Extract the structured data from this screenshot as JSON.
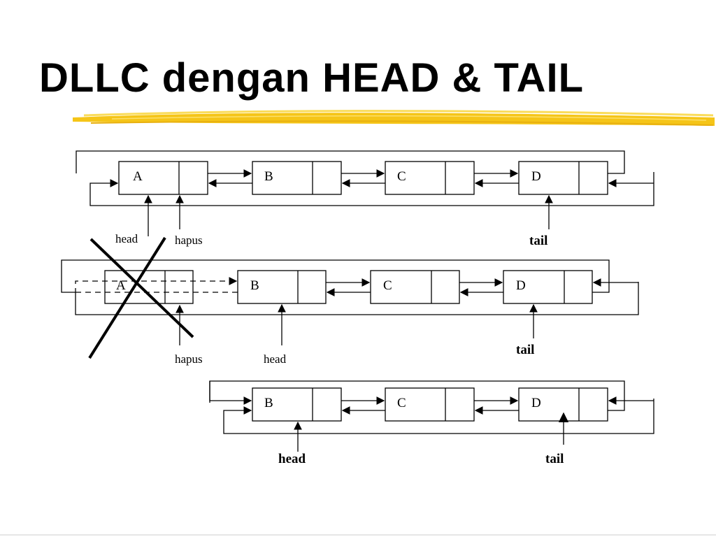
{
  "slide": {
    "title": "DLLC dengan HEAD & TAIL"
  },
  "colors": {
    "highlight_stroke": "#F5C518",
    "highlight_light": "#FADC5A",
    "line": "#000000"
  },
  "stage1": {
    "nodes": [
      "A",
      "B",
      "C",
      "D"
    ],
    "labels": {
      "head": "head",
      "hapus": "hapus",
      "tail": "tail"
    }
  },
  "stage2": {
    "nodes": [
      "A",
      "B",
      "C",
      "D"
    ],
    "labels": {
      "hapus": "hapus",
      "head": "head",
      "tail": "tail"
    }
  },
  "stage3": {
    "nodes": [
      "B",
      "C",
      "D"
    ],
    "labels": {
      "head": "head",
      "tail": "tail"
    }
  }
}
